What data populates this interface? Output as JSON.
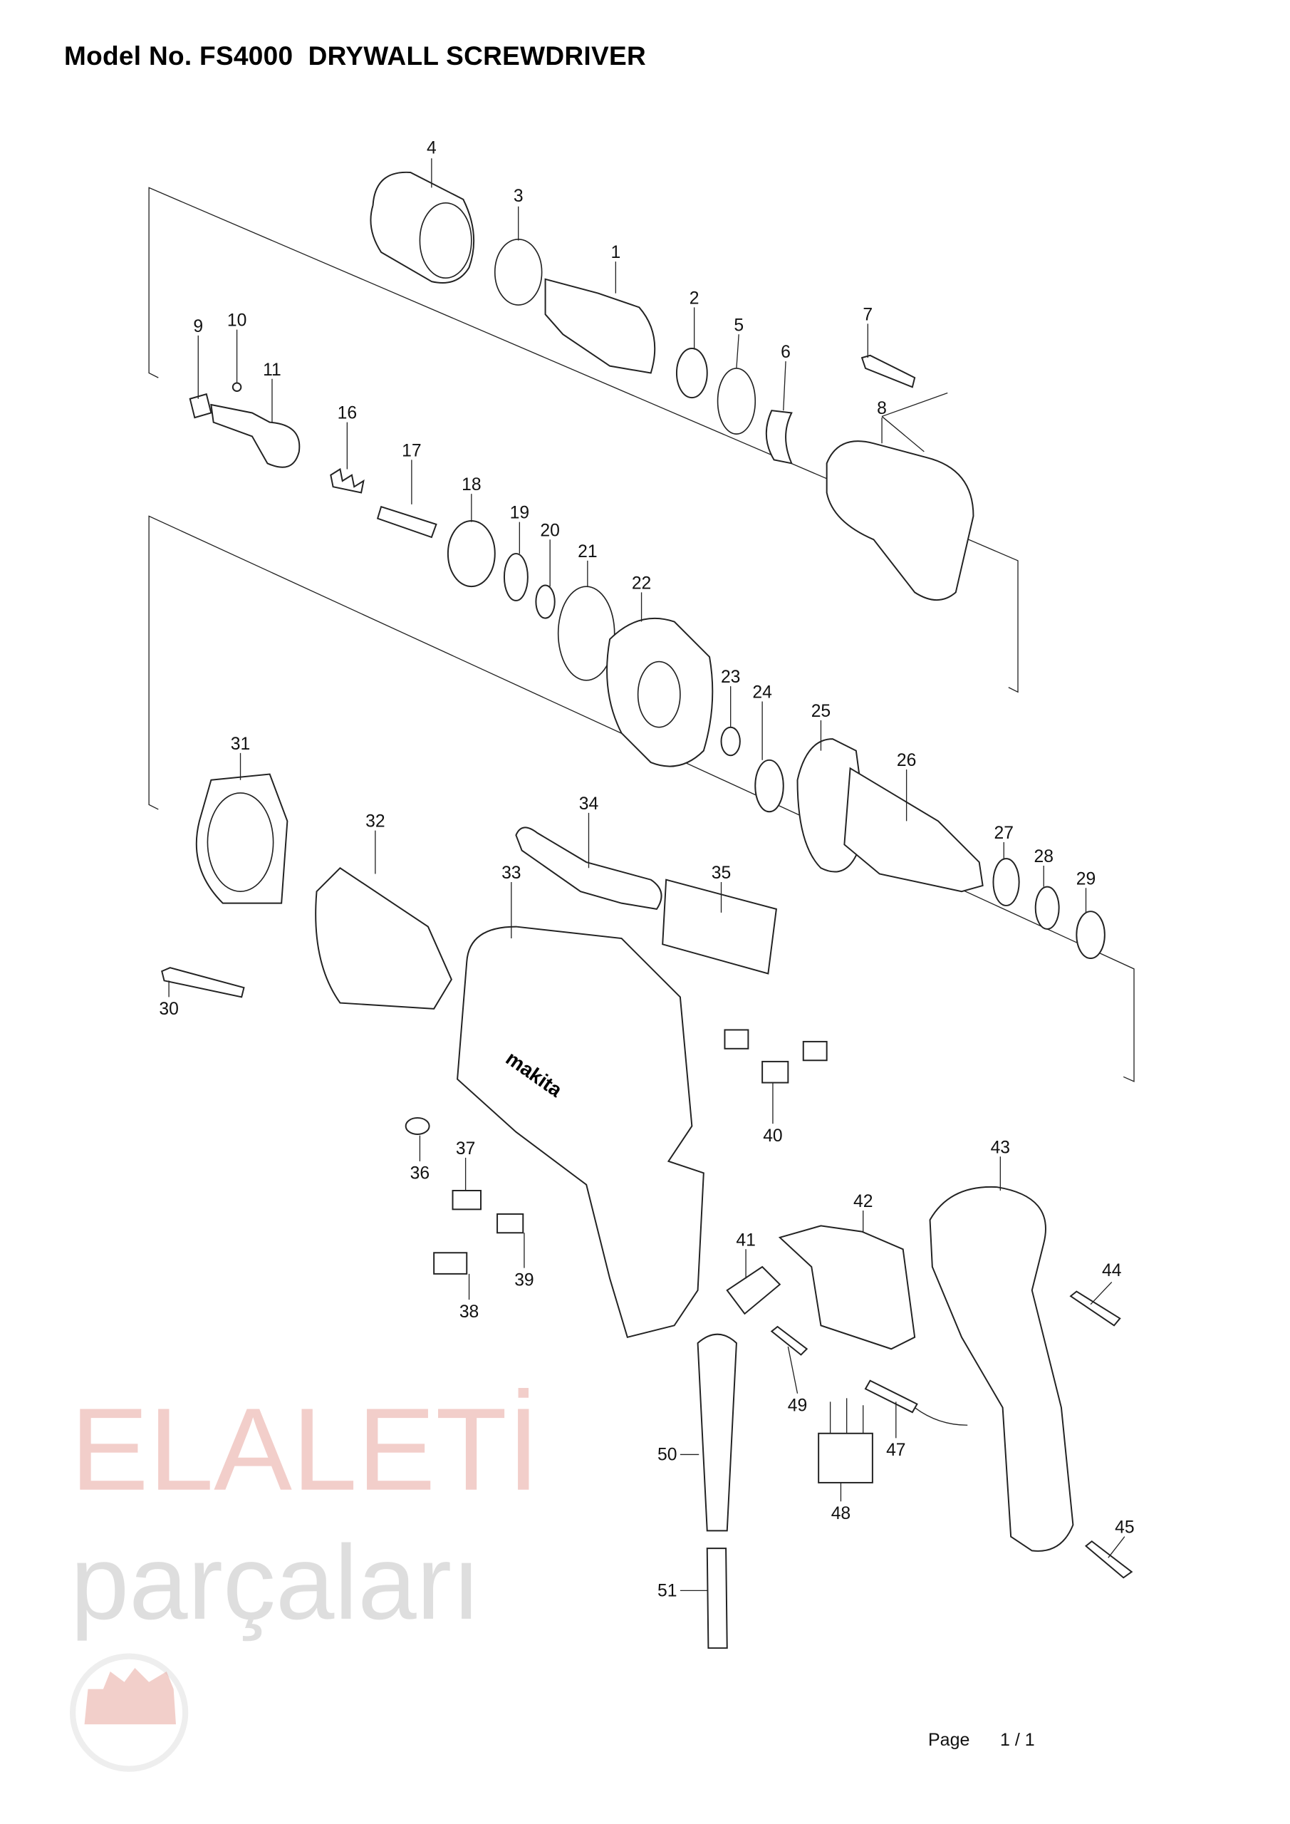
{
  "title": "Model No. FS4000  DRYWALL SCREWDRIVER",
  "watermark": {
    "brand": "ELALETİ",
    "sub": "parçaları"
  },
  "parts": {
    "p1": "1",
    "p2": "2",
    "p3": "3",
    "p4": "4",
    "p5": "5",
    "p6": "6",
    "p7": "7",
    "p8": "8",
    "p9": "9",
    "p10": "10",
    "p11": "11",
    "p16": "16",
    "p17": "17",
    "p18": "18",
    "p19": "19",
    "p20": "20",
    "p21": "21",
    "p22": "22",
    "p23": "23",
    "p24": "24",
    "p25": "25",
    "p26": "26",
    "p27": "27",
    "p28": "28",
    "p29": "29",
    "p30": "30",
    "p31": "31",
    "p32": "32",
    "p33": "33",
    "p34": "34",
    "p35": "35",
    "p36": "36",
    "p37": "37",
    "p38": "38",
    "p39": "39",
    "p40": "40",
    "p41": "41",
    "p42": "42",
    "p43": "43",
    "p44": "44",
    "p45": "45",
    "p47": "47",
    "p48": "48",
    "p49": "49",
    "p50": "50",
    "p51": "51"
  },
  "housing_brand": "makita",
  "footer": {
    "page_label": "Page",
    "page_number": "1 / 1"
  },
  "colors": {
    "watermark_red": "#e8a79f",
    "watermark_gray": "#bfbfbf"
  }
}
